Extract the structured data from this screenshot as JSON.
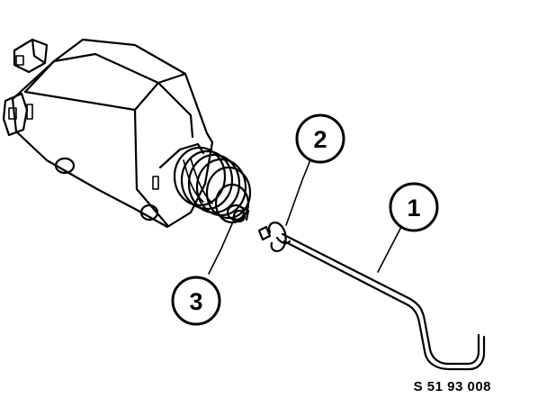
{
  "callouts": [
    {
      "number": "1",
      "part": "operating rod"
    },
    {
      "number": "2",
      "part": "retaining clip"
    },
    {
      "number": "3",
      "part": "actuator plunger"
    }
  ],
  "reference_code": "S 51 93 008",
  "colors": {
    "line": "#000000",
    "background": "#ffffff"
  }
}
